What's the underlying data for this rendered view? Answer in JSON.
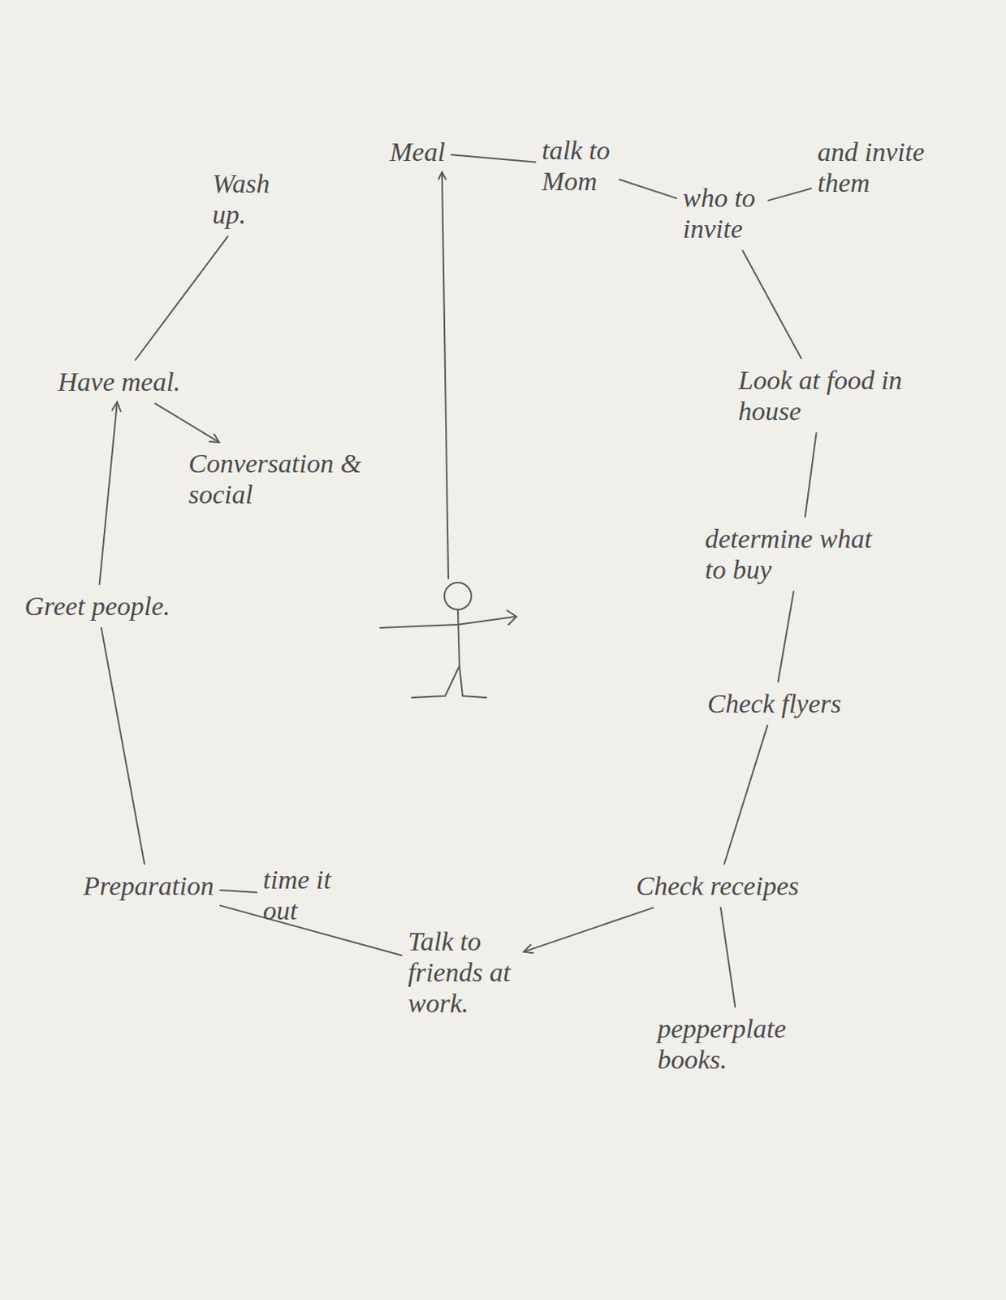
{
  "diagram": {
    "nodes": [
      {
        "text": [
          "Meal"
        ]
      },
      {
        "text": [
          "talk to Mom"
        ]
      },
      {
        "text": [
          "and invite them"
        ]
      },
      {
        "text": [
          "Wash up."
        ]
      },
      {
        "text": [
          "who to invite"
        ]
      },
      {
        "text": [
          "Have meal."
        ]
      },
      {
        "text": [
          "Look at food in house"
        ]
      },
      {
        "text": [
          "Conversation & social"
        ]
      },
      {
        "text": [
          "determine what to buy"
        ]
      },
      {
        "text": [
          "Greet people."
        ]
      },
      {
        "text": [
          "Check flyers"
        ]
      },
      {
        "text": [
          "Check receipes"
        ]
      },
      {
        "text": [
          "Preparation"
        ]
      },
      {
        "text": [
          "time it out"
        ]
      },
      {
        "text": [
          "Talk to friends at work."
        ]
      },
      {
        "text": [
          "pepperplate books."
        ]
      }
    ],
    "edges": [
      {
        "from": 0,
        "to": 1,
        "arrow": "none"
      },
      {
        "from": 1,
        "to": 4,
        "arrow": "none"
      },
      {
        "from": 4,
        "to": 2,
        "arrow": "none"
      },
      {
        "from": 4,
        "to": 6,
        "arrow": "none"
      },
      {
        "from": 6,
        "to": 8,
        "arrow": "none"
      },
      {
        "from": 8,
        "to": 10,
        "arrow": "none"
      },
      {
        "from": 10,
        "to": 11,
        "arrow": "none"
      },
      {
        "from": 11,
        "to": 14,
        "arrow": "to"
      },
      {
        "from": 11,
        "to": 15,
        "arrow": "none"
      },
      {
        "from": 14,
        "to": 12,
        "arrow": "none"
      },
      {
        "from": 12,
        "to": 13,
        "arrow": "none"
      },
      {
        "from": 12,
        "to": 9,
        "arrow": "none"
      },
      {
        "from": 9,
        "to": 5,
        "arrow": "to"
      },
      {
        "from": 5,
        "to": 7,
        "arrow": "to"
      },
      {
        "from": 5,
        "to": 3,
        "arrow": "none"
      }
    ]
  }
}
